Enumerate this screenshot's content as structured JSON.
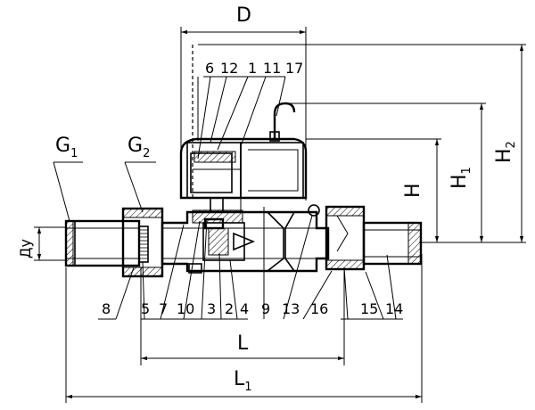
{
  "dimensions": {
    "D": "D",
    "L": "L",
    "L1": {
      "main": "L",
      "sub": "1"
    },
    "H": "H",
    "H1": {
      "main": "H",
      "sub": "1"
    },
    "H2": {
      "main": "H",
      "sub": "2"
    },
    "G1": {
      "main": "G",
      "sub": "1"
    },
    "G2": {
      "main": "G",
      "sub": "2"
    },
    "Du": "Ду"
  },
  "callouts_top": [
    "6",
    "12",
    "1",
    "11",
    "17"
  ],
  "callouts_bottom": [
    "8",
    "5",
    "7",
    "10",
    "3",
    "2",
    "4",
    "9",
    "13",
    "16",
    "15",
    "14"
  ]
}
